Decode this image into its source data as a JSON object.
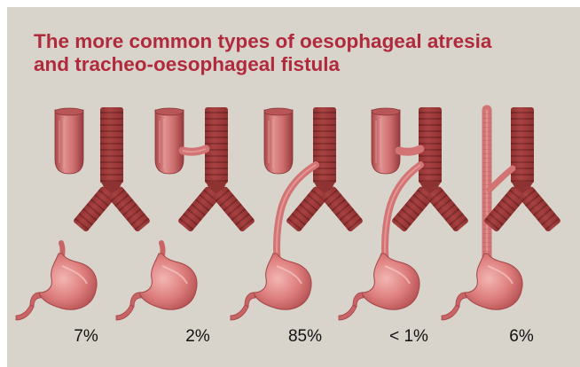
{
  "title": {
    "line1": "The more common types of oesophageal atresia",
    "line2": "and tracheo-oesophageal fistula"
  },
  "types": [
    {
      "percentage": "7%"
    },
    {
      "percentage": "2%"
    },
    {
      "percentage": "85%"
    },
    {
      "percentage": "< 1%"
    },
    {
      "percentage": "6%"
    }
  ],
  "colors": {
    "panel_background": "#d8d4cb",
    "title": "#b12a3c",
    "trachea": "#9e3535",
    "oesophagus": "#d27374",
    "stomach": "#de7f7e"
  },
  "icons": [
    "trachea-icon",
    "oesophagus-pouch-icon",
    "fistula-icon",
    "stomach-icon"
  ]
}
